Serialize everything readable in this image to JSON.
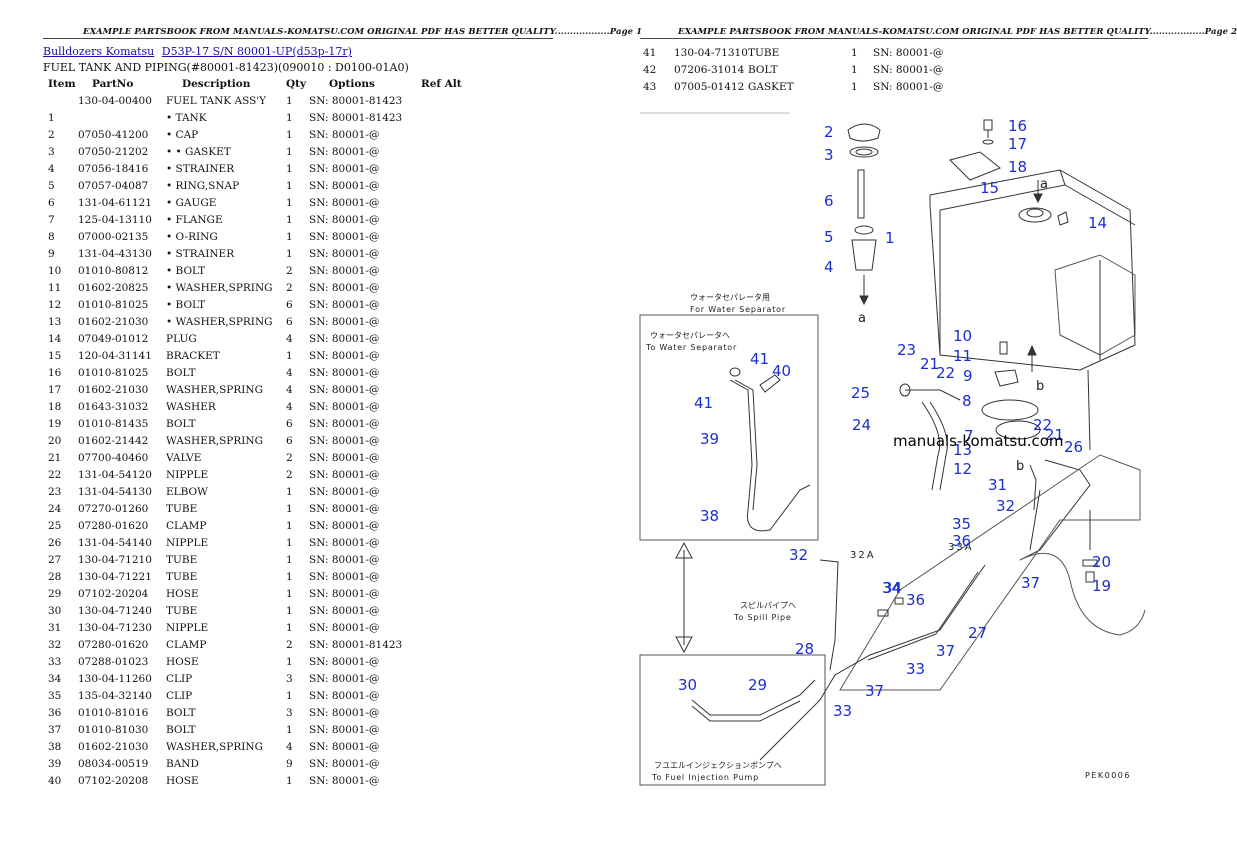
{
  "header": {
    "left": "EXAMPLE PARTSBOOK FROM MANUALS-KOMATSU.COM ORIGINAL PDF HAS BETTER QUALITY..................Page 1",
    "right": "EXAMPLE PARTSBOOK FROM MANUALS-KOMATSU.COM ORIGINAL PDF HAS BETTER QUALITY..................Page 2"
  },
  "breadcrumb": {
    "category": "Bulldozers Komatsu",
    "model": "D53P-17 S/N 80001-UP(d53p-17r)"
  },
  "section_title": "FUEL TANK AND PIPING(#80001-81423)(090010 : D0100-01A0)",
  "columns": {
    "item": "Item",
    "part_no": "PartNo",
    "description": "Description",
    "qty": "Qty",
    "options": "Options",
    "ref_alt": "Ref Alt"
  },
  "parts_left": [
    {
      "item": "",
      "part": "130-04-00400",
      "desc": "FUEL TANK ASS'Y",
      "qty": "1",
      "opt": "SN: 80001-81423"
    },
    {
      "item": "1",
      "part": "",
      "desc": "• TANK",
      "qty": "1",
      "opt": "SN: 80001-81423"
    },
    {
      "item": "2",
      "part": "07050-41200",
      "desc": "• CAP",
      "qty": "1",
      "opt": "SN: 80001-@"
    },
    {
      "item": "3",
      "part": "07050-21202",
      "desc": "• • GASKET",
      "qty": "1",
      "opt": "SN: 80001-@"
    },
    {
      "item": "4",
      "part": "07056-18416",
      "desc": "• STRAINER",
      "qty": "1",
      "opt": "SN: 80001-@"
    },
    {
      "item": "5",
      "part": "07057-04087",
      "desc": "• RING,SNAP",
      "qty": "1",
      "opt": "SN: 80001-@"
    },
    {
      "item": "6",
      "part": "131-04-61121",
      "desc": "• GAUGE",
      "qty": "1",
      "opt": "SN: 80001-@"
    },
    {
      "item": "7",
      "part": "125-04-13110",
      "desc": "• FLANGE",
      "qty": "1",
      "opt": "SN: 80001-@"
    },
    {
      "item": "8",
      "part": "07000-02135",
      "desc": "• O-RING",
      "qty": "1",
      "opt": "SN: 80001-@"
    },
    {
      "item": "9",
      "part": "131-04-43130",
      "desc": "• STRAINER",
      "qty": "1",
      "opt": "SN: 80001-@"
    },
    {
      "item": "10",
      "part": "01010-80812",
      "desc": "• BOLT",
      "qty": "2",
      "opt": "SN: 80001-@"
    },
    {
      "item": "11",
      "part": "01602-20825",
      "desc": "• WASHER,SPRING",
      "qty": "2",
      "opt": "SN: 80001-@"
    },
    {
      "item": "12",
      "part": "01010-81025",
      "desc": "• BOLT",
      "qty": "6",
      "opt": "SN: 80001-@"
    },
    {
      "item": "13",
      "part": "01602-21030",
      "desc": "• WASHER,SPRING",
      "qty": "6",
      "opt": "SN: 80001-@"
    },
    {
      "item": "14",
      "part": "07049-01012",
      "desc": "PLUG",
      "qty": "4",
      "opt": "SN: 80001-@"
    },
    {
      "item": "15",
      "part": "120-04-31141",
      "desc": "BRACKET",
      "qty": "1",
      "opt": "SN: 80001-@"
    },
    {
      "item": "16",
      "part": "01010-81025",
      "desc": "BOLT",
      "qty": "4",
      "opt": "SN: 80001-@"
    },
    {
      "item": "17",
      "part": "01602-21030",
      "desc": "WASHER,SPRING",
      "qty": "4",
      "opt": "SN: 80001-@"
    },
    {
      "item": "18",
      "part": "01643-31032",
      "desc": "WASHER",
      "qty": "4",
      "opt": "SN: 80001-@"
    },
    {
      "item": "19",
      "part": "01010-81435",
      "desc": "BOLT",
      "qty": "6",
      "opt": "SN: 80001-@"
    },
    {
      "item": "20",
      "part": "01602-21442",
      "desc": "WASHER,SPRING",
      "qty": "6",
      "opt": "SN: 80001-@"
    },
    {
      "item": "21",
      "part": "07700-40460",
      "desc": "VALVE",
      "qty": "2",
      "opt": "SN: 80001-@"
    },
    {
      "item": "22",
      "part": "131-04-54120",
      "desc": "NIPPLE",
      "qty": "2",
      "opt": "SN: 80001-@"
    },
    {
      "item": "23",
      "part": "131-04-54130",
      "desc": "ELBOW",
      "qty": "1",
      "opt": "SN: 80001-@"
    },
    {
      "item": "24",
      "part": "07270-01260",
      "desc": "TUBE",
      "qty": "1",
      "opt": "SN: 80001-@"
    },
    {
      "item": "25",
      "part": "07280-01620",
      "desc": "CLAMP",
      "qty": "1",
      "opt": "SN: 80001-@"
    },
    {
      "item": "26",
      "part": "131-04-54140",
      "desc": "NIPPLE",
      "qty": "1",
      "opt": "SN: 80001-@"
    },
    {
      "item": "27",
      "part": "130-04-71210",
      "desc": "TUBE",
      "qty": "1",
      "opt": "SN: 80001-@"
    },
    {
      "item": "28",
      "part": "130-04-71221",
      "desc": "TUBE",
      "qty": "1",
      "opt": "SN: 80001-@"
    },
    {
      "item": "29",
      "part": "07102-20204",
      "desc": "HOSE",
      "qty": "1",
      "opt": "SN: 80001-@"
    },
    {
      "item": "30",
      "part": "130-04-71240",
      "desc": "TUBE",
      "qty": "1",
      "opt": "SN: 80001-@"
    },
    {
      "item": "31",
      "part": "130-04-71230",
      "desc": "NIPPLE",
      "qty": "1",
      "opt": "SN: 80001-@"
    },
    {
      "item": "32",
      "part": "07280-01620",
      "desc": "CLAMP",
      "qty": "2",
      "opt": "SN: 80001-81423"
    },
    {
      "item": "33",
      "part": "07288-01023",
      "desc": "HOSE",
      "qty": "1",
      "opt": "SN: 80001-@"
    },
    {
      "item": "34",
      "part": "130-04-11260",
      "desc": "CLIP",
      "qty": "3",
      "opt": "SN: 80001-@"
    },
    {
      "item": "35",
      "part": "135-04-32140",
      "desc": "CLIP",
      "qty": "1",
      "opt": "SN: 80001-@"
    },
    {
      "item": "36",
      "part": "01010-81016",
      "desc": "BOLT",
      "qty": "3",
      "opt": "SN: 80001-@"
    },
    {
      "item": "37",
      "part": "01010-81030",
      "desc": "BOLT",
      "qty": "1",
      "opt": "SN: 80001-@"
    },
    {
      "item": "38",
      "part": "01602-21030",
      "desc": "WASHER,SPRING",
      "qty": "4",
      "opt": "SN: 80001-@"
    },
    {
      "item": "39",
      "part": "08034-00519",
      "desc": "BAND",
      "qty": "9",
      "opt": "SN: 80001-@"
    },
    {
      "item": "40",
      "part": "07102-20208",
      "desc": "HOSE",
      "qty": "1",
      "opt": "SN: 80001-@"
    }
  ],
  "parts_right": [
    {
      "item": "41",
      "part": "130-04-71310",
      "desc": "TUBE",
      "qty": "1",
      "opt": "SN: 80001-@"
    },
    {
      "item": "42",
      "part": "07206-31014",
      "desc": "BOLT",
      "qty": "1",
      "opt": "SN: 80001-@"
    },
    {
      "item": "43",
      "part": "07005-01412",
      "desc": "GASKET",
      "qty": "1",
      "opt": "SN: 80001-@"
    }
  ],
  "diagram": {
    "watermark": "manuals-komatsu.com",
    "ref_a": "a",
    "ref_b": "b",
    "label_water_sep_jp": "ウォータセパレータ用",
    "label_water_sep_en": "For Water Separator",
    "label_to_water_sep_jp": "ウォータセパレータへ",
    "label_to_water_sep_en": "To Water Separator",
    "label_spill_jp": "スピルパイプへ",
    "label_spill_en": "To Spill Pipe",
    "label_inj_jp": "フユエルインジェクションポンプへ",
    "label_inj_en": "To Fuel Injection Pump",
    "label_32a": "32A",
    "label_33a": "33A",
    "drawing_code": "PEK0006",
    "callouts": [
      "1",
      "2",
      "3",
      "4",
      "5",
      "6",
      "7",
      "8",
      "9",
      "10",
      "11",
      "12",
      "13",
      "14",
      "15",
      "16",
      "17",
      "18",
      "19",
      "20",
      "21",
      "22",
      "23",
      "24",
      "25",
      "26",
      "27",
      "28",
      "29",
      "30",
      "31",
      "32",
      "33",
      "34",
      "35",
      "36",
      "37",
      "38",
      "39",
      "40",
      "41"
    ],
    "colors": {
      "callout": "#1a2fd0",
      "line": "#333333"
    }
  }
}
